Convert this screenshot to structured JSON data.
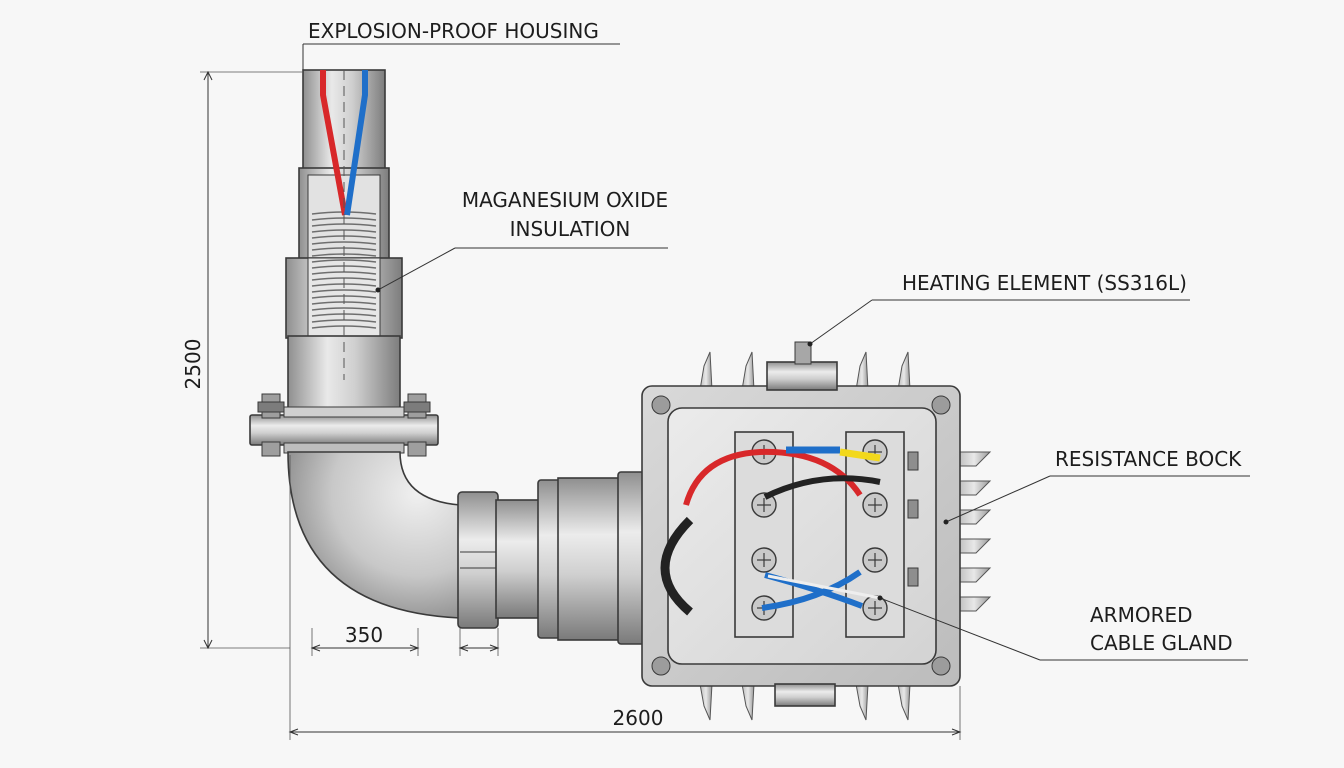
{
  "labels": {
    "housing": "EXPLOSION-PROOF HOUSING",
    "insulation_line1": "MAGANESIUM OXIDE",
    "insulation_line2": "INSULATION",
    "heating_element": "HEATING ELEMENT (SS316L)",
    "resistance_block": "RESISTANCE BOCK",
    "gland_line1": "ARMORED",
    "gland_line2": "CABLE GLAND"
  },
  "dimensions": {
    "height": "2500",
    "offset": "350",
    "width": "2600"
  },
  "colors": {
    "metal_light": "#e6e6e6",
    "metal_mid": "#bdbdbd",
    "metal_dark": "#8a8a8a",
    "wire_red": "#d8282a",
    "wire_blue": "#1f6fc9",
    "wire_black": "#222222",
    "wire_yellow": "#f2d81c"
  }
}
